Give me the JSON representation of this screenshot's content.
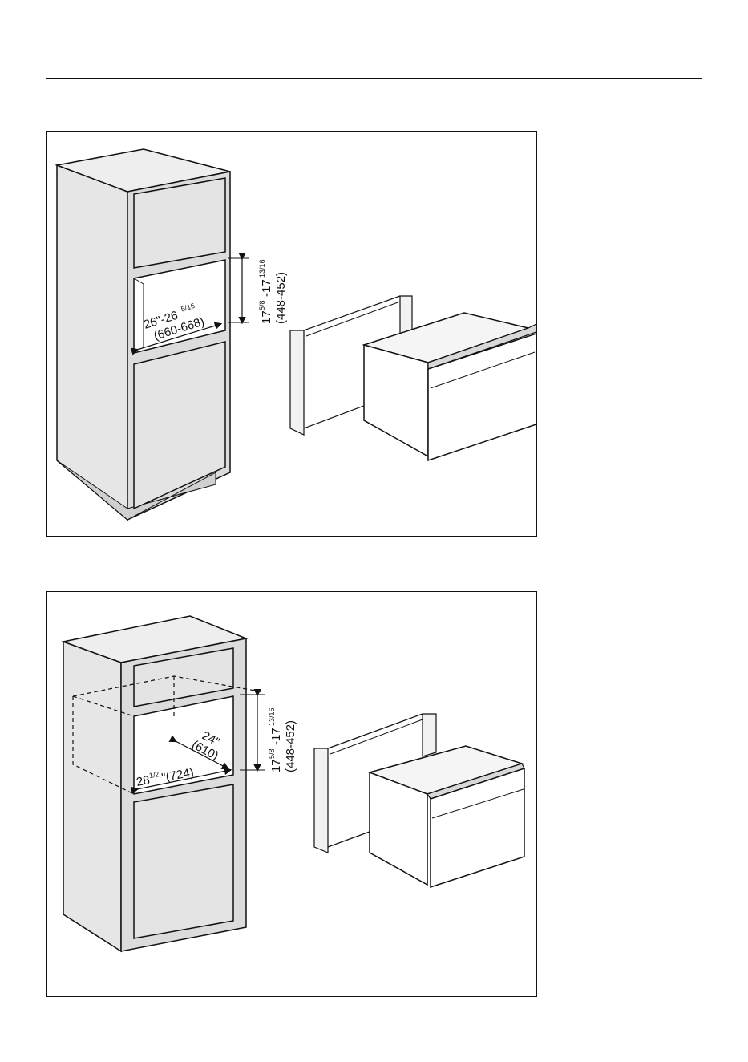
{
  "figures": [
    {
      "id": "tall-cabinet-installation",
      "dimensions": {
        "width_in": "26\"-26",
        "width_frac": "5/16",
        "width_mm": "(660-668)",
        "height_in_a": "17",
        "height_frac_a": "5/8",
        "height_in_b": "-17",
        "height_frac_b": "13/16",
        "height_mm": "(448-452)"
      }
    },
    {
      "id": "wall-cabinet-installation",
      "dimensions": {
        "depth_in": "24\"",
        "depth_mm": "(610)",
        "width_in": "28",
        "width_frac": "1/2",
        "width_mm": "\"(724)",
        "height_in_a": "17",
        "height_frac_a": "5/8",
        "height_in_b": "-17",
        "height_frac_b": "13/16",
        "height_mm": "(448-452)"
      }
    }
  ],
  "colors": {
    "panel_fill": "#e8e8e8",
    "line": "#111111",
    "background": "#ffffff"
  },
  "icons": [
    "tall-cabinet-drawing",
    "appliance-drawing",
    "mounting-frame-drawing",
    "dimension-arrow"
  ]
}
